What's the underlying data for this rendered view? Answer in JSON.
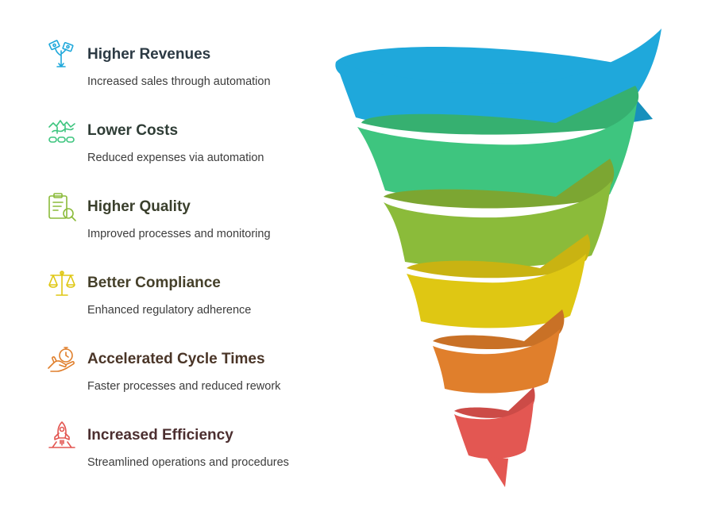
{
  "items": [
    {
      "title": "Higher Revenues",
      "desc": "Increased sales through automation",
      "color": "#1fa8db",
      "title_color": "#2c3a44",
      "icon": "money-plant-icon"
    },
    {
      "title": "Lower Costs",
      "desc": "Reduced expenses via automation",
      "color": "#3ec57f",
      "title_color": "#2f3d36",
      "icon": "cost-reduction-icon"
    },
    {
      "title": "Higher Quality",
      "desc": "Improved processes and monitoring",
      "color": "#8bbb3a",
      "title_color": "#3a3f2c",
      "icon": "quality-inspection-icon"
    },
    {
      "title": "Better Compliance",
      "desc": "Enhanced regulatory adherence",
      "color": "#dfc713",
      "title_color": "#45402a",
      "icon": "scales-icon"
    },
    {
      "title": "Accelerated Cycle Times",
      "desc": "Faster processes and reduced rework",
      "color": "#e07f2c",
      "title_color": "#4a3527",
      "icon": "stopwatch-hand-icon"
    },
    {
      "title": "Increased Efficiency",
      "desc": "Streamlined operations and procedures",
      "color": "#e35752",
      "title_color": "#4c2f30",
      "icon": "rocket-icon"
    }
  ]
}
